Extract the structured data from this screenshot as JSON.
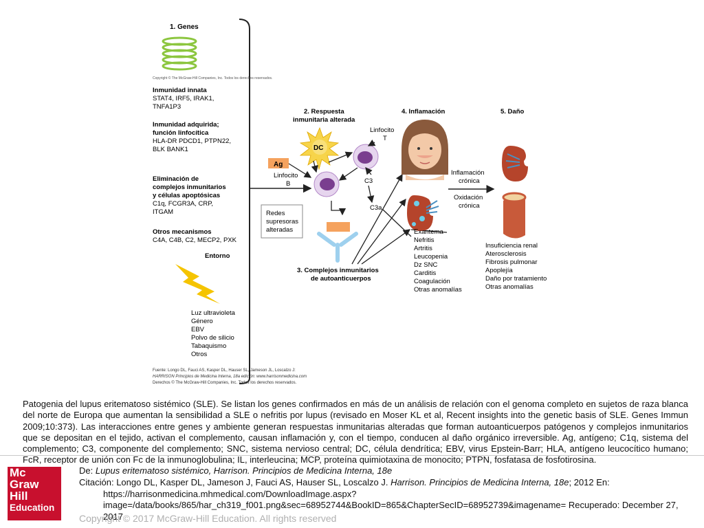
{
  "figure": {
    "genes": {
      "title": "1. Genes",
      "innate_title": "Inmunidad innata",
      "innate_genes": [
        "STAT4, IRF5, IRAK1,",
        "TNFA1P3"
      ],
      "adaptive_title": [
        "Inmunidad adquirida;",
        "función linfocítica"
      ],
      "adaptive_genes": [
        "HLA-DR PDCD1, PTPN22,",
        "BLK BANK1"
      ],
      "clearance_title": [
        "Eliminación de",
        "complejos inmunitarios",
        "y células apoptósicas"
      ],
      "clearance_genes": [
        "C1q, FCGR3A, CRP,",
        "ITGAM"
      ],
      "other_title": "Otros mecanismos",
      "other_genes": "C4A, C4B, C2, MECP2, PXK"
    },
    "environment": {
      "title": "Entorno",
      "items": [
        "Luz ultravioleta",
        "Género",
        "EBV",
        "Polvo de silicio",
        "Tabaquismo",
        "Otros"
      ]
    },
    "response": {
      "title": [
        "2. Respuesta",
        "inmunitaria alterada"
      ],
      "dc": "DC",
      "ag": "Ag",
      "b_cell": [
        "Linfocito",
        "B"
      ],
      "t_cell": [
        "Linfocito",
        "T"
      ],
      "c3": "C3",
      "c3a": "C3a",
      "networks": [
        "Redes",
        "supresoras",
        "alteradas"
      ]
    },
    "complexes": {
      "title": [
        "3. Complejos inmunitarios",
        "de autoanticuerpos"
      ]
    },
    "inflammation": {
      "title": "4. Inflamación",
      "items": [
        "Exantema",
        "Nefritis",
        "Artritis",
        "Leucopenia",
        "Dz SNC",
        "Carditis",
        "Coagulación",
        "Otras anomalías"
      ]
    },
    "chronic": {
      "label1": [
        "Inflamación",
        "crónica"
      ],
      "label2": [
        "Oxidación",
        "crónica"
      ]
    },
    "damage": {
      "title": "5. Daño",
      "items": [
        "Insuficiencia renal",
        "Aterosclerosis",
        "Fibrosis pulmonar",
        "Apoplejía",
        "Daño por tratamiento",
        "Otras anomalías"
      ]
    },
    "copyright_fig": "Copyright © The McGraw-Hill Companies, Inc. Todos los derechos reservados.",
    "source": [
      "Fuente: Longo DL, Fauci AS, Kasper DL, Hauser SL, Jameson JL, Loscalzo J:",
      "HARRISON Principios de Medicina Interna, 18a edición: www.harrisonmedicina.com",
      "Derechos © The McGraw-Hill Companies, Inc. Todos los derechos reservados."
    ]
  },
  "caption": "Patogenia del lupus eritematoso sistémico (SLE). Se listan los genes confirmados en más de un análisis de relación con el genoma completo en sujetos de raza blanca del norte de Europa que aumentan la sensibilidad a SLE o nefritis por lupus (revisado en Moser KL et al, Recent insights into the genetic basis of SLE. Genes Immun 2009;10:373). Las interacciones entre genes y ambiente generan respuestas inmunitarias alteradas que forman autoanticuerpos patógenos y complejos inmunitarios que se depositan en el tejido, activan el complemento, causan inflamación y, con el tiempo, conducen al daño orgánico irreversible. Ag, antígeno; C1q, sistema del complemento; C3, componente del complemento; SNC, sistema nervioso central; DC, célula dendrítica; EBV, virus Epstein-Barr; HLA, antígeno leucocítico humano; FcR, receptor de unión con Fc de la inmunoglobulina; IL, interleucina; MCP, proteína quimiotaxina de monocito; PTPN, fosfatasa de fosfotirosina.",
  "logo": {
    "line1": "Mc",
    "line2": "Graw",
    "line3": "Hill",
    "line4": "Education"
  },
  "citation": {
    "from_prefix": "De: ",
    "from_title": "Lupus eritematoso sistémico, Harrison. Principios de Medicina Interna, 18e",
    "line1_prefix": "Citación: Longo DL, Kasper DL, Jameson J, Fauci AS, Hauser SL, Loscalzo J. ",
    "line1_book": "Harrison. Principios de Medicina Interna, 18e",
    "line1_suffix": "; 2012 En:",
    "url": "https://harrisonmedicina.mhmedical.com/DownloadImage.aspx?image=/data/books/865/har_ch319_f001.png&sec=68952744&BookID=865&ChapterSecID=68952739&imagename= Recuperado: December 27, 2017"
  },
  "copyright": "Copyright © 2017 McGraw-Hill Education. All rights reserved",
  "colors": {
    "brand_red": "#c8102e",
    "gene_green": "#8cc63f",
    "lightning": "#f5c400",
    "dc_yellow": "#f7d44a",
    "cell_purple": "#b388c8",
    "kidney": "#b5442b",
    "ag_orange": "#f5a25d"
  }
}
